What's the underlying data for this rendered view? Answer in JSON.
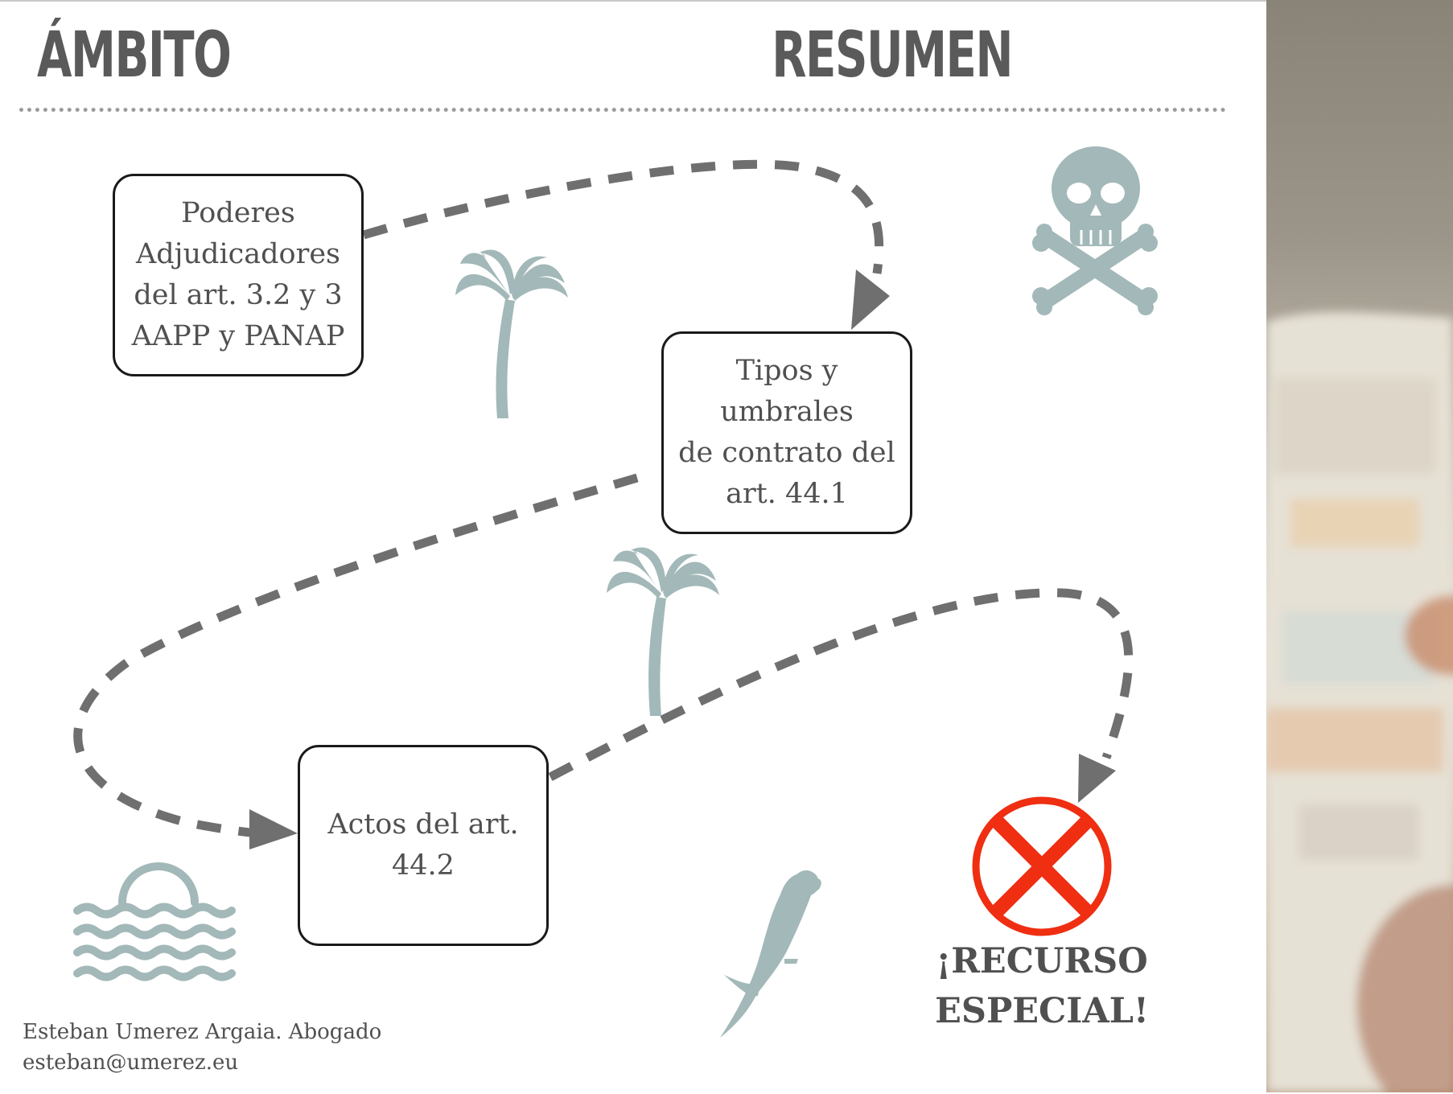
{
  "header": {
    "left_title": "ÁMBITO",
    "right_title": "RESUMEN"
  },
  "boxes": {
    "poderes": "Poderes\nAdjudicadores\ndel art. 3.2 y 3\nAAPP y PANAP",
    "tipos": "Tipos y umbrales\nde contrato del\nart. 44.1",
    "actos": "Actos del art.\n44.2"
  },
  "result": "¡RECURSO\nESPECIAL!",
  "footer": {
    "author": "Esteban Umerez Argaia. Abogado",
    "email": "esteban@umerez.eu"
  },
  "icons": [
    "skull-crossbones-icon",
    "palm-tree-icon",
    "palm-tree-icon",
    "sunset-waves-icon",
    "parrot-icon",
    "red-x-mark-icon"
  ],
  "colors": {
    "icon": "#a3b8b8",
    "path": "#6f6f6f",
    "x_mark": "#ef2e12",
    "text": "#505050"
  }
}
